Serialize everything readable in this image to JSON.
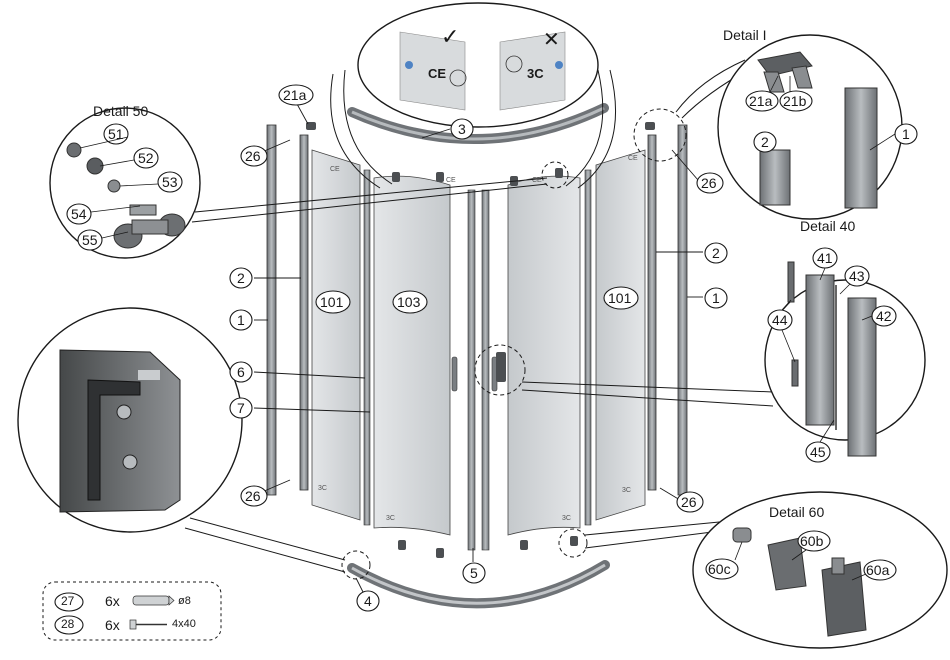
{
  "callouts": {
    "c1a": "1",
    "c1b": "1",
    "c1c": "1",
    "c2a": "2",
    "c2b": "2",
    "c2c": "2",
    "c3": "3",
    "c4": "4",
    "c5": "5",
    "c6": "6",
    "c7": "7",
    "c21a_top": "21a",
    "c26a": "26",
    "c26b": "26",
    "c26c": "26",
    "c26d": "26",
    "c101a": "101",
    "c101b": "101",
    "c103": "103",
    "c51": "51",
    "c52": "52",
    "c53": "53",
    "c54": "54",
    "c55": "55",
    "c21a": "21a",
    "c21b": "21b",
    "c41": "41",
    "c42": "42",
    "c43": "43",
    "c44": "44",
    "c45": "45",
    "c60a": "60a",
    "c60b": "60b",
    "c60c": "60c",
    "c27": "27",
    "c28": "28"
  },
  "details": {
    "d50": "Detail 50",
    "dI": "Detail I",
    "d40": "Detail 40",
    "d60": "Detail 60"
  },
  "marks": {
    "ok": "✓",
    "bad": "✕",
    "ce": "CE",
    "c3": "3C"
  },
  "legend": {
    "q27": "6x",
    "spec27": "ø8",
    "q28": "6x",
    "spec28": "4x40"
  },
  "colors": {
    "line": "#1a1a1a",
    "glass": "#cfd3d6",
    "profile": "#9a9ea2",
    "dark": "#5b5f63"
  }
}
